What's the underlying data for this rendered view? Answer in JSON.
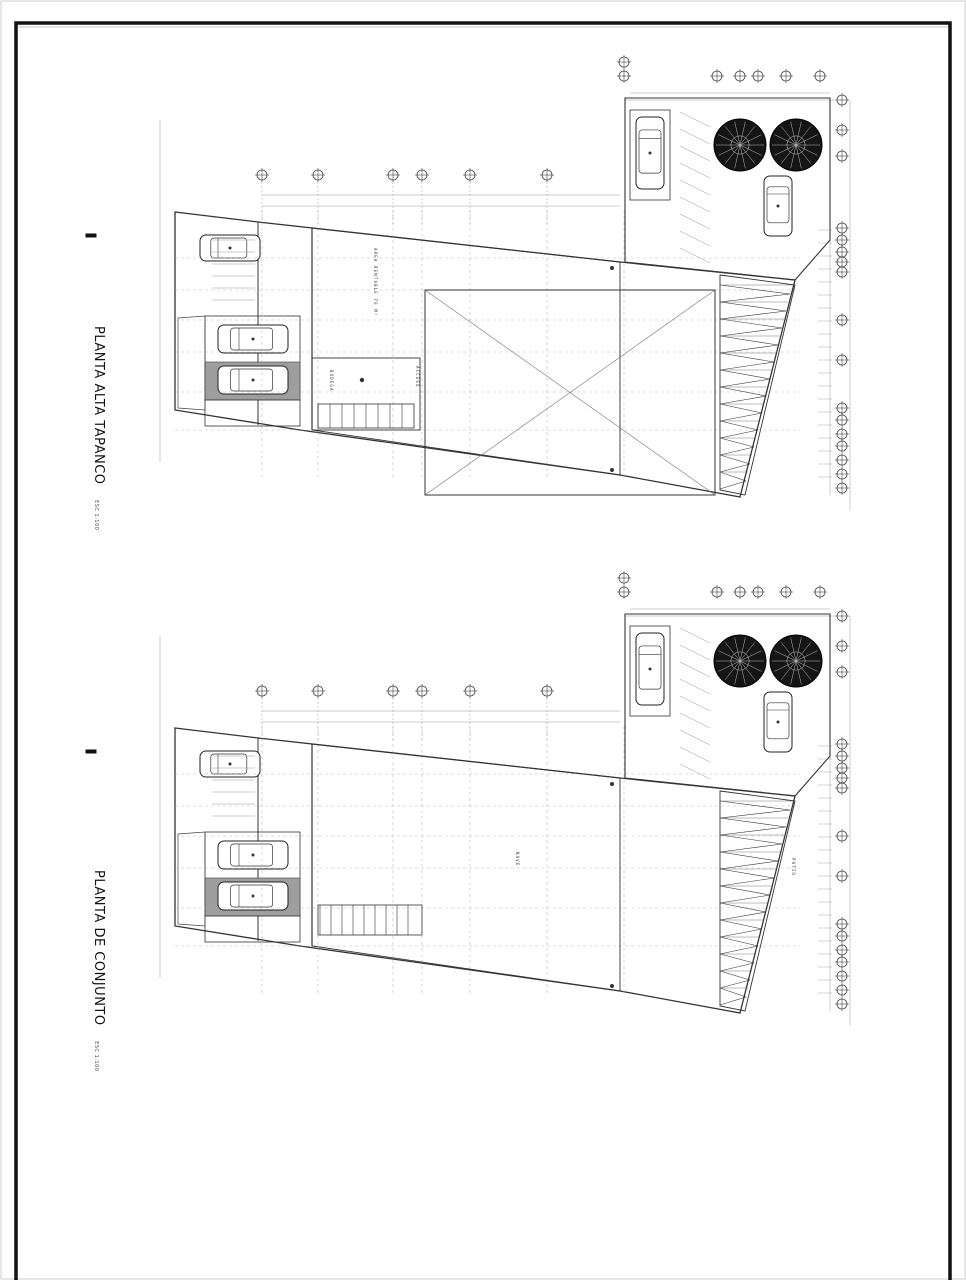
{
  "sheet": {
    "colors": {
      "frame": "#111111",
      "line": "#555555",
      "light": "#9a9a9a",
      "paper": "#ffffff",
      "tree": "#151515"
    }
  },
  "drawings": [
    {
      "title": "PLANTA ALTA TAPANCO",
      "scale": "ESC 1:100",
      "labels": {
        "area_rentable": "AREA RENTABLE 70 M²",
        "access": "ACCESO",
        "bodega": "BODEGA"
      }
    },
    {
      "title": "PLANTA DE CONJUNTO",
      "scale": "ESC 1:100",
      "labels": {
        "nave": "NAVE",
        "patio": "PATIO"
      }
    }
  ]
}
